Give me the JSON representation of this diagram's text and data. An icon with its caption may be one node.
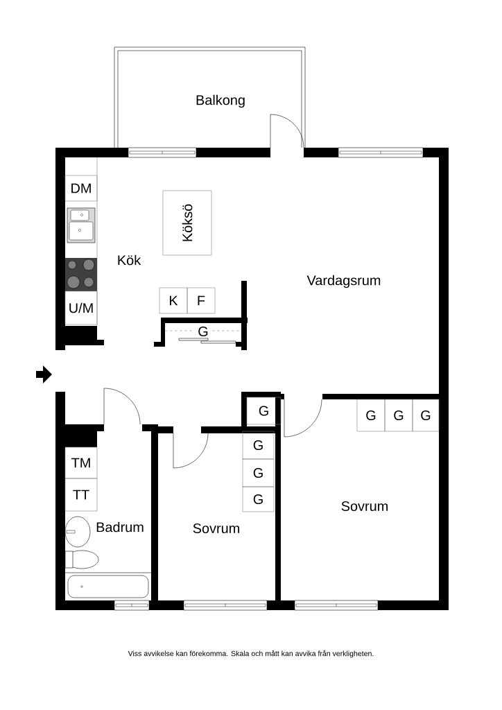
{
  "diagram": {
    "caption": "Viss avvikelse kan förekomma. Skala och mått kan avvika från verkligheten.",
    "nodes": [
      {
        "text": [
          "DM"
        ]
      },
      {
        "text": [
          "Köksö"
        ]
      },
      {
        "text": [
          "U/M"
        ]
      },
      {
        "text": [
          "K"
        ]
      },
      {
        "text": [
          "F"
        ]
      },
      {
        "text": [
          "G"
        ]
      },
      {
        "text": [
          "G"
        ]
      },
      {
        "text": [
          "G"
        ]
      },
      {
        "text": [
          "G"
        ]
      },
      {
        "text": [
          "G"
        ]
      },
      {
        "text": [
          "TM"
        ]
      },
      {
        "text": [
          "G"
        ]
      },
      {
        "text": [
          "TT"
        ]
      },
      {
        "text": [
          "G"
        ]
      },
      {
        "text": [
          "G"
        ]
      }
    ],
    "labels": [
      "Balkong",
      "Kök",
      "Vardagsrum",
      "Sovrum",
      "Badrum",
      "Sovrum"
    ]
  }
}
